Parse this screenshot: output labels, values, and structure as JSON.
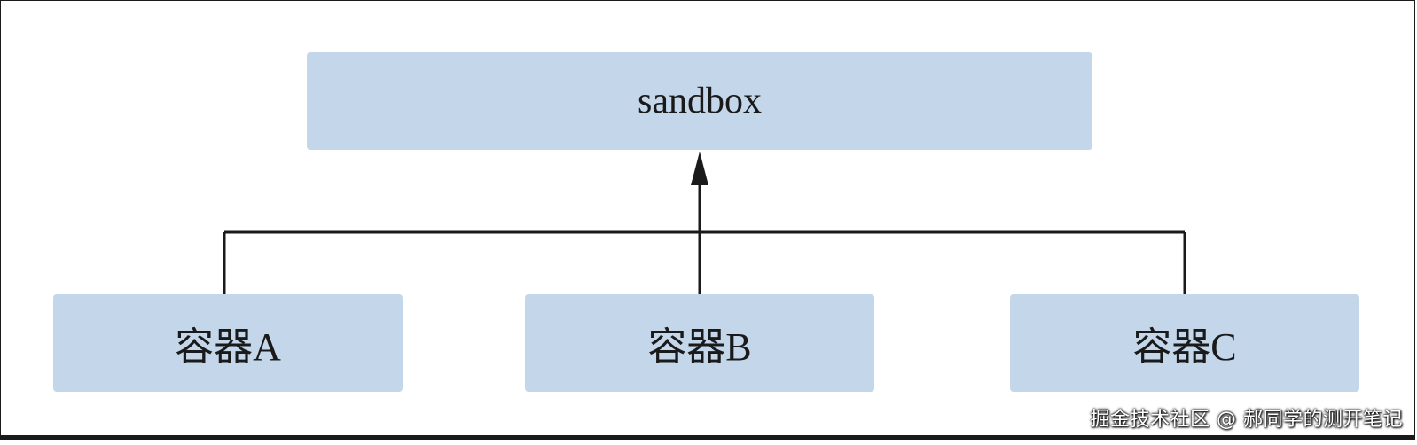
{
  "diagram": {
    "top_node": {
      "label": "sandbox"
    },
    "bottom_nodes": [
      {
        "label": "容器A"
      },
      {
        "label": "容器B"
      },
      {
        "label": "容器C"
      }
    ],
    "colors": {
      "node_fill": "#c3d6ea",
      "line": "#1a1a1a"
    }
  },
  "watermark": {
    "text": "掘金技术社区 @ 郝同学的测开笔记"
  }
}
